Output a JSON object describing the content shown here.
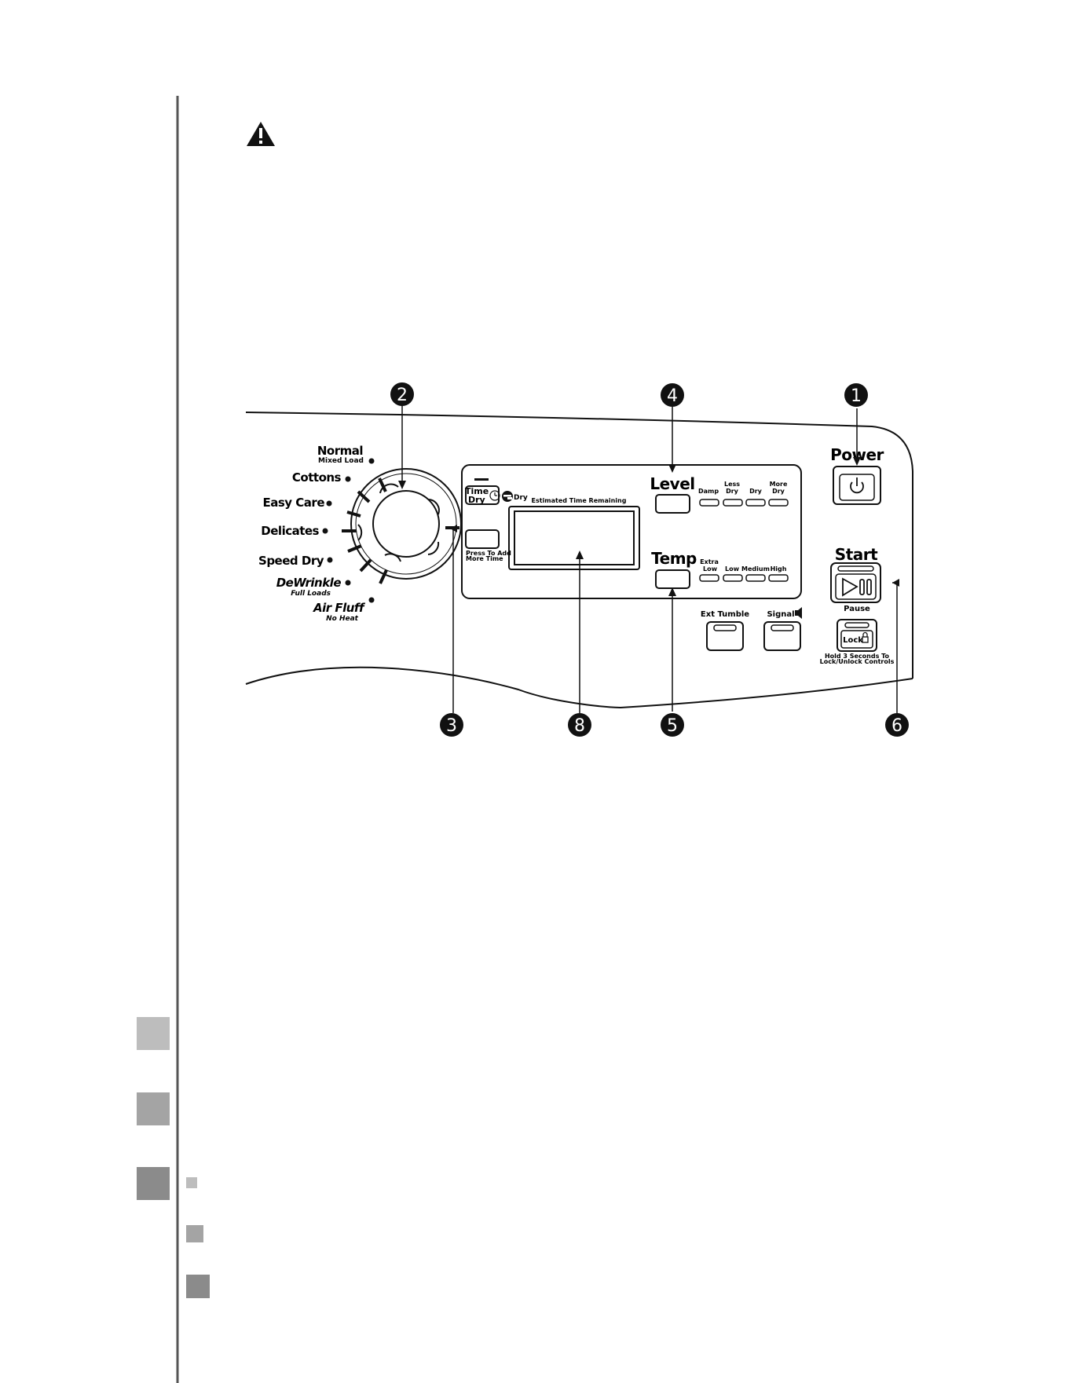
{
  "panel": {
    "cycles": [
      {
        "label": "Normal",
        "sub": "Mixed Load"
      },
      {
        "label": "Cottons",
        "sub": ""
      },
      {
        "label": "Easy Care",
        "sub": ""
      },
      {
        "label": "Delicates",
        "sub": ""
      },
      {
        "label": "Speed Dry",
        "sub": ""
      },
      {
        "label": "DeWrinkle",
        "sub": "Full Loads"
      },
      {
        "label": "Air Fluff",
        "sub": "No Heat"
      }
    ],
    "edry_label": "Dry",
    "time_dry": {
      "line1": "Time",
      "line2": "Dry",
      "note1": "Press To Add",
      "note2": "More Time"
    },
    "display_caption": "Estimated Time Remaining",
    "level": {
      "title": "Level",
      "options": [
        {
          "l1": "",
          "l2": "Damp"
        },
        {
          "l1": "Less",
          "l2": "Dry"
        },
        {
          "l1": "",
          "l2": "Dry"
        },
        {
          "l1": "More",
          "l2": "Dry"
        }
      ]
    },
    "temp": {
      "title": "Temp",
      "options": [
        {
          "l1": "Extra",
          "l2": "Low"
        },
        {
          "l1": "",
          "l2": "Low"
        },
        {
          "l1": "",
          "l2": "Medium"
        },
        {
          "l1": "",
          "l2": "High"
        }
      ]
    },
    "ext_tumble": "Ext Tumble",
    "signal": "Signal",
    "power": "Power",
    "start": "Start",
    "pause": "Pause",
    "lock": "Lock",
    "lock_note1": "Hold 3 Seconds To",
    "lock_note2": "Lock/Unlock Controls"
  },
  "callouts": [
    "1",
    "2",
    "3",
    "4",
    "5",
    "6",
    "8"
  ],
  "icons": [
    "warning-icon",
    "power-icon",
    "play-pause-icon",
    "lock-icon",
    "clock-icon",
    "speaker-icon",
    "e-logo-icon"
  ]
}
